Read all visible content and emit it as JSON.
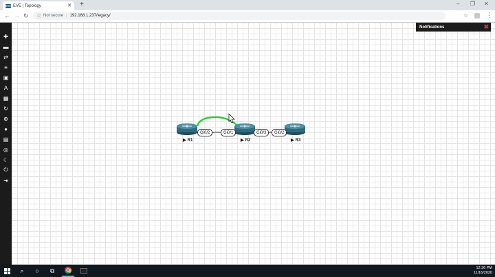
{
  "browser": {
    "tab_title": "EVE | Topology",
    "favicon_text": "EVE",
    "new_tab": "+",
    "security_label": "Not secure",
    "url": "192.168.1.237/legacy/"
  },
  "notifications": {
    "title": "Notifications",
    "close": "✖"
  },
  "topology": {
    "nodes": [
      {
        "name": "R1"
      },
      {
        "name": "R2"
      },
      {
        "name": "R3"
      }
    ],
    "interfaces": [
      {
        "label": "Gi0/2"
      },
      {
        "label": "Gi0/1"
      },
      {
        "label": "Gi0/3"
      },
      {
        "label": "Gi0/2"
      }
    ],
    "link_colors": {
      "active": "#33cc33",
      "normal": "#333333"
    },
    "router_color": "#2f6b7f"
  },
  "taskbar": {
    "time": "12:36 PM",
    "date": "11/16/2020"
  },
  "colors": {
    "sidebar": "#1b1b1b",
    "taskbar": "#121820",
    "notif_bg": "#1c1c1c",
    "close_red": "#e03030"
  }
}
